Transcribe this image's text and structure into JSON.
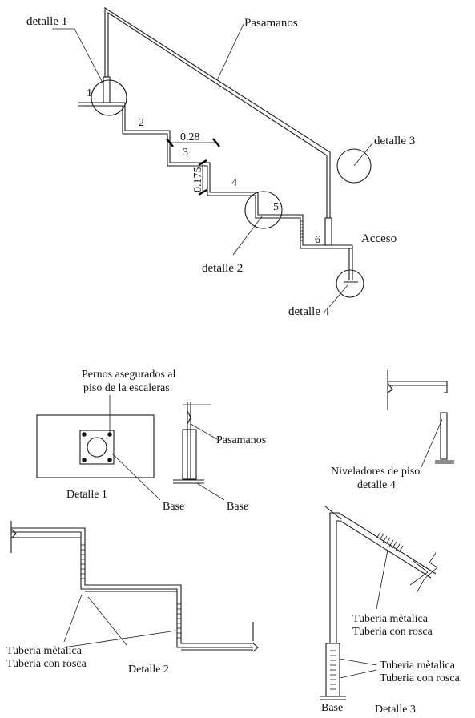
{
  "top": {
    "detalle1": "detalle 1",
    "pasamanos": "Pasamanos",
    "detalle3": "detalle 3",
    "detalle2": "detalle 2",
    "detalle4": "detalle 4",
    "acceso": "Acceso",
    "dim_huella": "0.28",
    "dim_contrahuella": "0.175",
    "step_numbers": [
      "1",
      "2",
      "3",
      "4",
      "5",
      "6"
    ]
  },
  "detail1": {
    "bolts_line1": "Pernos asegurados al",
    "bolts_line2": "piso de la escaleras",
    "caption": "Detalle 1",
    "base": "Base"
  },
  "railing_base": {
    "pasamanos": "Pasamanos",
    "base": "Base"
  },
  "detail4": {
    "niveladores": "Niveladores de piso",
    "caption": "detalle 4"
  },
  "detail2": {
    "tuberia1": "Tuberia mètalica",
    "tuberia2": "Tuberia con rosca",
    "caption": "Detalle 2"
  },
  "detail3": {
    "tuberia1": "Tuberia mètalica",
    "tuberia2": "Tuberia con rosca",
    "tuberia1_b": "Tuberia mètalica",
    "tuberia2_b": "Tuberia con rosca",
    "base": "Base",
    "caption": "Detalle 3"
  }
}
